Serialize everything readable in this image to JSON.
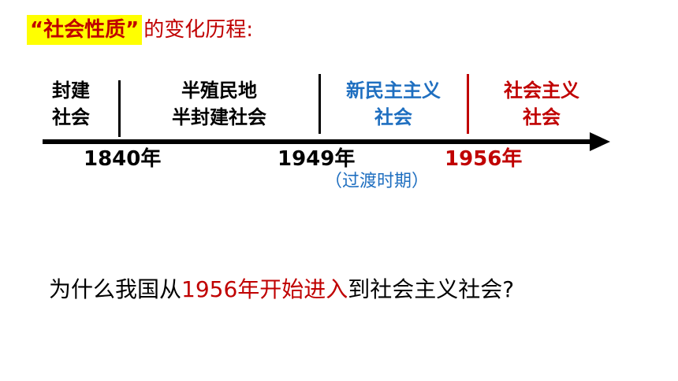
{
  "title": {
    "highlight": "“社会性质”",
    "rest": "的变化历程:"
  },
  "eras": [
    {
      "line1": "封建",
      "line2": "社会"
    },
    {
      "line1": "半殖民地",
      "line2": "半封建社会"
    },
    {
      "line1": "新民主主义",
      "line2": "社会"
    },
    {
      "line1": "社会主义",
      "line2": "社会"
    }
  ],
  "years": [
    "1840年",
    "1949年",
    "1956年"
  ],
  "transition_note": "（过渡时期）",
  "question": {
    "part1": "为什么我国从",
    "highlight": "1956年开始进入",
    "part2": "到社会主义社会?"
  },
  "colors": {
    "black": "#000000",
    "blue": "#1f6fc0",
    "red": "#c00000",
    "highlight": "#ffff00"
  }
}
